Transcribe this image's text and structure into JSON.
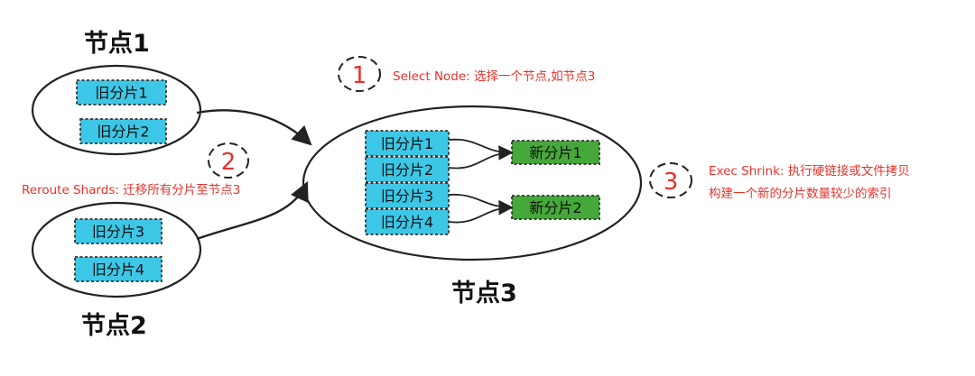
{
  "nodes": {
    "node1": {
      "title": "节点1",
      "shards": [
        "旧分片1",
        "旧分片2"
      ]
    },
    "node2": {
      "title": "节点2",
      "shards": [
        "旧分片3",
        "旧分片4"
      ]
    },
    "node3": {
      "title": "节点3",
      "old_shards": [
        "旧分片1",
        "旧分片2",
        "旧分片3",
        "旧分片4"
      ],
      "new_shards": [
        "新分片1",
        "新分片2"
      ]
    }
  },
  "steps": [
    {
      "number": "1",
      "lines": [
        "Select Node: 选择一个节点,如节点3"
      ]
    },
    {
      "number": "2",
      "lines": [
        "Reroute Shards: 迁移所有分片至节点3"
      ]
    },
    {
      "number": "3",
      "lines": [
        "Exec Shrink: 执行硬链接或文件拷贝",
        "构建一个新的分片数量较少的索引"
      ]
    }
  ],
  "colors": {
    "old_shard_fill": "#3cc7e6",
    "new_shard_fill": "#46a83a",
    "note_red": "#e8312a",
    "line": "#222222"
  }
}
